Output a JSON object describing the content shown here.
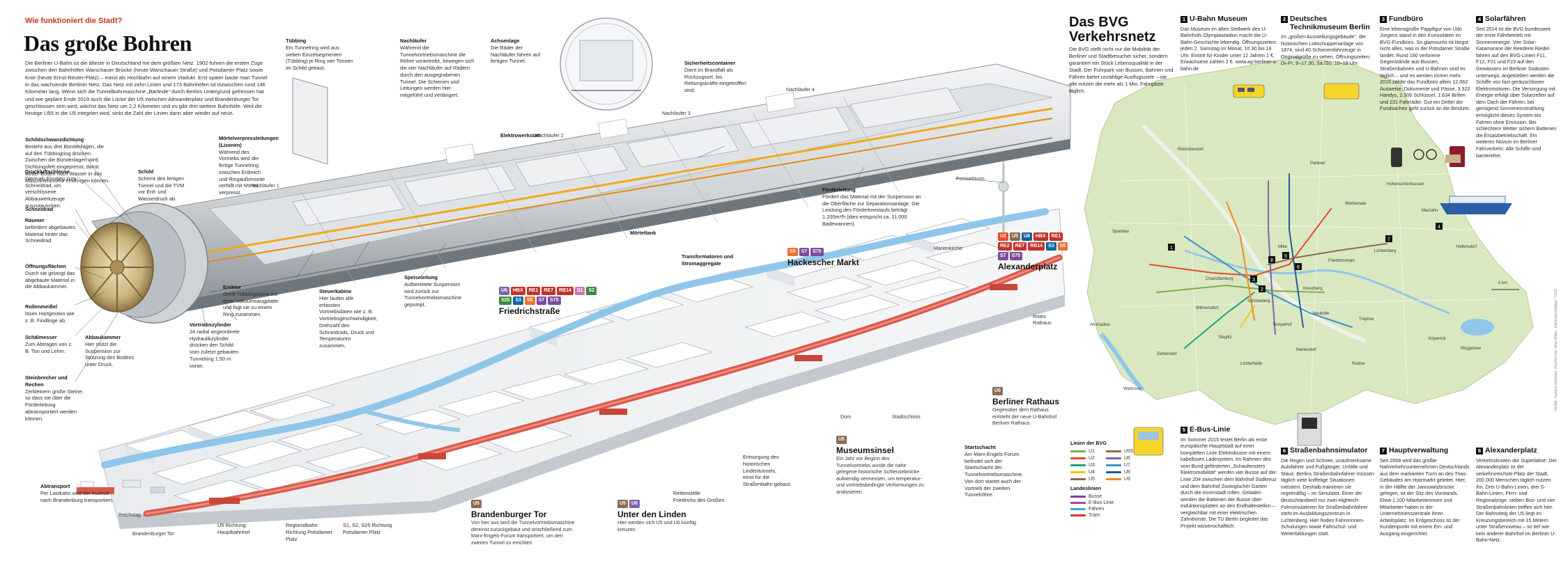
{
  "header": {
    "kicker": "Wie funktioniert die Stadt?",
    "title": "Das große Bohren",
    "intro": "Die Berliner U-Bahn ist die älteste in Deutschland mit dem größten Netz. 1902 fuhren die ersten Züge zwischen den Bahnhöfen Warschauer Brücke (heute Warschauer Straße) und Potsdamer Platz sowie Knie (heute Ernst-Reuter-Platz) – meist als Hochbahn auf einem Viadukt. Erst später baute man Tunnel in das wachsende Berliner Netz. Das Netz mit zehn Linien und 173 Bahnhöfen ist inzwischen rund 146 Kilometer lang. Wenn sich die Tunnelbohrmaschine „Bärlinde“ durch Berlins Untergrund gefressen hat und wie geplant Ende 2019 auch die Lücke der U5 zwischen Alexanderplatz und Brandenburger Tor geschlossen sein wird, wächst das Netz um 2,2 Kilometer und es gibt drei weitere Bahnhöfe. Weil die heutige U55 in die U5 integriert wird, sinkt die Zahl der Linien dann aber wieder auf neun."
  },
  "tbm_callouts": [
    {
      "title": "Schildschwanzdichtung",
      "text": "Besteht aus drei Bürstenlagen, die auf den Tübbingring drücken. Zwischen die Bürstenlagen wird Dichtungsfett eingepresst, damit weder Boden noch Wasser in das Maschineninnere eindringen können."
    },
    {
      "title": "Druckluftschleuse",
      "text": "Dient als Einstieg zum Schneidrad, um verschlissene Abbauwerkzeuge auszutauschen."
    },
    {
      "title": "Schild",
      "text": "Schirmt den fertigen Tunnel und die TVM vor Erd- und Wasserdruck ab."
    },
    {
      "title": "Schneidrad",
      "text": ""
    },
    {
      "title": "Räumer",
      "text": "befördern abgebautes Material hinter das Schneidrad."
    },
    {
      "title": "Öffnungsflächen",
      "text": "Durch sie gelangt das abgebaute Material in die Abbaukammer."
    },
    {
      "title": "Rollenmeißel",
      "text": "lösen Hartgestein wie z. B. Findlinge ab."
    },
    {
      "title": "Schälmesser",
      "text": "Zum Abtragen von z. B. Ton und Lehm."
    },
    {
      "title": "Abbaukammer",
      "text": "Hier stützt die Suspension zur Stützung des Bodens unter Druck."
    },
    {
      "title": "Steinbrecher und Rechen",
      "text": "Zerkleinern große Steine, so dass sie über die Förderleitung abtransportiert werden können."
    },
    {
      "title": "Vortriebszylinder",
      "text": "24 radial angeordnete Hydraulikzylinder drücken den Schild vom zuletzt gebauten Tunnelring 1,50 m voran."
    },
    {
      "title": "Erektor",
      "text": "Greift Tübbingsteine mit einer Vakuumsaugplatte und fügt sie zu einem Ring zusammen."
    },
    {
      "title": "Steuerkabine",
      "text": "Hier laufen alle erfassten Vortriebsdaten wie z. B. Vortriebsgeschwindigkeit, Drehzahl des Schneidrads, Druck und Temperaturen zusammen."
    },
    {
      "title": "Speiseleitung",
      "text": "Aufbereitete Suspension wird zurück zur Tunnelvortriebsmaschine gepumpt."
    },
    {
      "title": "Mörtelverpressleitungen (Lisenen)",
      "text": "Während des Vortriebs wird der fertige Tunnelring zwischen Erdreich und Ringaußenseite verfüllt mit Mörtel verpresst."
    },
    {
      "title": "Tübbing",
      "text": "Ein Tunnelring wird aus sieben Einzelsegmenten (Tübbing) je Ring vier Tonnen im Schild gebaut."
    },
    {
      "title": "Nachläufer",
      "text": "Während die Tunnelvortriebsmaschine die Röhre vorantreibt, bewegen sich die vier Nachläufer auf Rädern durch den ausgegrabenen Tunnel. Die Schienen und Leitungen werden hier mitgeführt und verlängert."
    },
    {
      "title": "Achsenlage",
      "text": "Die Räder der Nachläufer fahren auf fertigen Tunnel."
    },
    {
      "title": "Sicherheitscontainer",
      "text": "Dient im Brandfall als Rückzugsort, bis Rettungskräfte eingetroffen sind."
    },
    {
      "title": "Förderleitung",
      "text": "Fördert das Material mit der Suspension an die Oberfläche zur Separationsanlage. Die Leistung des Förderkreislaufs beträgt 1.200m³/h (dies entspricht ca. 11.000 Badewannen)."
    },
    {
      "title": "Transformatoren und Stromaggregate",
      "text": ""
    },
    {
      "title": "Mörteltank",
      "text": ""
    },
    {
      "title": "Elektrowerkstatt",
      "text": ""
    }
  ],
  "tbm_small_labels": [
    "Nachläufer 1",
    "Nachläufer 2",
    "Nachläufer 3",
    "Nachläufer 4",
    "Fernsehturm",
    "Marienkirche",
    "Rotes Rathaus",
    "Dom",
    "Stadtschloss",
    "Reichstag",
    "Brandenburger Tor"
  ],
  "stations": [
    {
      "name": "Hackescher Markt",
      "badges": [
        {
          "t": "S5",
          "c": "#e9732c"
        },
        {
          "t": "S7",
          "c": "#7b4c9c"
        },
        {
          "t": "S75",
          "c": "#7b4c9c"
        }
      ],
      "text": ""
    },
    {
      "name": "Alexanderplatz",
      "badges": [
        {
          "t": "U2",
          "c": "#e64a2e"
        },
        {
          "t": "U5",
          "c": "#8e6a52"
        },
        {
          "t": "U8",
          "c": "#1e5c9c"
        },
        {
          "t": "HBX",
          "c": "#c2332c"
        },
        {
          "t": "RE1",
          "c": "#c2332c"
        },
        {
          "t": "RE2",
          "c": "#c2332c"
        },
        {
          "t": "RE7",
          "c": "#c2332c"
        },
        {
          "t": "RB14",
          "c": "#c2332c"
        },
        {
          "t": "S3",
          "c": "#0a67a6"
        },
        {
          "t": "S5",
          "c": "#e9732c"
        },
        {
          "t": "S7",
          "c": "#7b4c9c"
        },
        {
          "t": "S75",
          "c": "#7b4c9c"
        }
      ],
      "text": ""
    },
    {
      "name": "Friedrichstraße",
      "badges": [
        {
          "t": "U6",
          "c": "#7d65a8"
        },
        {
          "t": "HBX",
          "c": "#c2332c"
        },
        {
          "t": "RE1",
          "c": "#c2332c"
        },
        {
          "t": "RE7",
          "c": "#c2332c"
        },
        {
          "t": "RB14",
          "c": "#c2332c"
        },
        {
          "t": "S1",
          "c": "#d178b0"
        },
        {
          "t": "S2",
          "c": "#3a8b3e"
        },
        {
          "t": "S25",
          "c": "#3a8b3e"
        },
        {
          "t": "S3",
          "c": "#0a67a6"
        },
        {
          "t": "S5",
          "c": "#e9732c"
        },
        {
          "t": "S7",
          "c": "#7b4c9c"
        },
        {
          "t": "S75",
          "c": "#7b4c9c"
        }
      ],
      "text": ""
    },
    {
      "name": "Berliner Rathaus",
      "badges": [
        {
          "t": "U5",
          "c": "#8e6a52"
        }
      ],
      "text": "Gegenüber dem Rathaus entsteht der neue U-Bahnhof Berliner Rathaus."
    },
    {
      "name": "Museumsinsel",
      "badges": [
        {
          "t": "U5",
          "c": "#8e6a52"
        }
      ],
      "text": "Ein Jahr vor Beginn des Tunnelvortriebs wurde die nahe gelegene historische Schleusebrücke aufwendig vermessen, um temperatur- und vortriebsbedingte Verformungen zu analysieren."
    },
    {
      "name": "Brandenburger Tor",
      "badges": [
        {
          "t": "U5",
          "c": "#8e6a52"
        }
      ],
      "text": "Von hier aus wird die Tunnelvortriebsmaschine dereinst zurückgebaut und anschließend zum Marx-Engels-Forum transportiert, um den zweiten Tunnel zu errichten."
    },
    {
      "name": "Unter den Linden",
      "badges": [
        {
          "t": "U5",
          "c": "#8e6a52"
        },
        {
          "t": "U6",
          "c": "#7d65a8"
        }
      ],
      "text": "Hier werden sich U5 und U6 künftig kreuzen."
    }
  ],
  "city_notes": [
    {
      "title": "Abtransport",
      "text": "Per Lastkahn wird der Aushub nach Brandenburg transportiert."
    },
    {
      "title": "Startschacht",
      "text": "Am Marx-Engels-Forum befindet sich der Startschacht der Tunnelvortriebsmaschine. Von dort startet auch der Vortrieb der zweiten Tunnelröhre."
    },
    {
      "title": "Entsorgung des historischen Lindentunnels,",
      "text": "einst für die Straßenbahn gebaut."
    },
    {
      "title": "Rettenstelle",
      "text": "Friedrichs des Großen"
    },
    {
      "title": "U5 Richtung Hauptbahnhof",
      "text": ""
    },
    {
      "title": "Regionalbahn Richtung Potsdamer Platz",
      "text": ""
    },
    {
      "title": "S1, S2, S25 Richtung Potsdamer Platz",
      "text": ""
    }
  ],
  "bvg": {
    "title": "Das BVG Verkehrsnetz",
    "intro": "Die BVG stellt nicht nur die Mobilität der Berliner und Stadtbesucher sicher, sondern garantiert ein Stück Lebensqualität in der Stadt. Der Fuhrpark von Bussen, Bahnen und Fähren bietet unzählige Ausflugsziele – sie alle nutzen die mehr als 1 Mio. Fahrgäste täglich.",
    "info": [
      {
        "n": "1",
        "title": "U-Bahn Museum",
        "text": "Das Museum im alten Stellwerk des U-Bahnhofs Olympiastadion macht die U-Bahn-Geschichte lebendig. Öffnungszeiten: jeden 2. Samstag im Monat, 10.30 bis 16 Uhr. Eintritt für Kinder unter 12 Jahren 1 €, Erwachsene zahlen 2 €. www.ag-berliner-u-bahn.de"
      },
      {
        "n": "2",
        "title": "Deutsches Technikmuseum Berlin",
        "text": "Im „großen Ausstellungsgebäude“, der historischen Lokschuppenanlage von 1874, sind 40 Schienenfahrzeuge in Originalgröße zu sehen. Öffnungszeiten: Di–Fr, 9–17.30, Sa./So. 10–18 Uhr."
      },
      {
        "n": "3",
        "title": "Fundbüro",
        "text": "Eine lebensgroße Pappfigur von Udo Jürgens stand in den Kuriositäten im BVG-Fundbüro. So glamourös ist längst nicht alles, was in der Potsdamer Straße landet. Rund 160 verlorene Gegenstände aus Bussen, Straßenbahnen und U-Bahnen sind es täglich – und es werden immer mehr. 2015 zählte das Fundbüro allein 12.062 Ausweise, Dokumente und Pässe, 3.322 Handys, 2.506 Schlüssel, 1.634 Brillen und 231 Fahrräder. Gut ein Drittel der Fundsachen geht zurück an die Besitzer."
      },
      {
        "n": "4",
        "title": "Solarfähren",
        "text": "Seit 2014 ist die BVG bundesweit der erste Fährbetrieb mit Sonnenenergie. Vier Solar-Katamarane der Reederei Riedel fahren auf den BVG-Linien F11, F12, F21 und F23 auf den Gewässern im Berliner Südosten unterwegs, angetrieben werden die Schiffe von fast geräuschlosen Elektromotoren. Die Versorgung mit Energie erfolgt über Solarzellen auf dem Dach der Fähren, bei genügend Sonneneinstrahlung ermöglicht dieses System ein Fahren ohne Emission. Bei schlechtem Wetter sichern Batterien die Ersatzbetriebschaft. Ein weiteres Novum im Berliner Fährverkehr: Alle Schiffe sind barrierefrei."
      },
      {
        "n": "5",
        "title": "E-Bus-Linie",
        "text": "Im Sommer 2015 testet Berlin als erste europäische Hauptstadt auf einer kompletten Linie Elektrobusse mit einem kabellosen Ladesystem. Im Rahmen des vom Bund geförderten „Schaufensters Elektromobilität“ werden vier Busse auf der Linie 204 zwischen dem Bahnhof Südkreuz und dem Bahnhof Zoologischer Garten durch die Innenstadt rollen. Geladen werden die Batterien der Busse über Induktionsplatten an den Endhaltestellen – vergleichbar mit einer elektrischen Zahnbürste. Die TU Berlin begleitet das Projekt wissenschaftlich."
      },
      {
        "n": "6",
        "title": "Straßenbahnsimulator",
        "text": "Die Regen und Schnee, unaufmerksame Autofahrer und Fußgänger, Unfälle und Staus: Berlins Straßenbahnfahrer müssen täglich viele kniffelige Situationen meistern. Deshalb trainieren sie regelmäßig – im Simulator. Einer der deutschlandweit nur zwei Hightech-Fahrsimulatoren für Straßenbahnfahrer steht im Ausbildungszentrum in Lichtenberg. Hier finden Fahrerinnen-Schulungen sowie Fahrschul- und Weiterbildungen statt."
      },
      {
        "n": "7",
        "title": "Hauptverwaltung",
        "text": "Seit 2008 wird das größte Nahverkehrsunternehmen Deutschlands aus dem markanten Turm an des Trias-Gebäudes am Holzmarkt geleitet. Hier, in der Hälfte der Jannowitzbrücke gelegen, ist der Sitz des Vorstands. Etwa 1.100 Mitarbeiterinnen und Mitarbeiter haben in der Unternehmenszentrale ihren Arbeitsplatz. Im Erdgeschoss ist der Kundenpunkt mit einem Ein- und Ausgang eingerichtet."
      },
      {
        "n": "8",
        "title": "Alexanderplatz",
        "text": "Verkehrsknoten der Superlative: Der Alexanderplatz ist der verkehrsreichste Platz der Stadt, 200.000 Menschen täglich nutzen ihn. Drei U-Bahn-Linien, drei S-Bahn-Linien, Fern- und Regionalzüge, sieben Bus- und vier Straßenbahnlinien treffen sich hier. Der Bahnsteig der U5 liegt im Kreuzungsbereich mit 15 Metern unter Straßenniveau – so tief wie kein anderer Bahnhof im Berliner U-Bahn-Netz."
      }
    ],
    "legend": {
      "title": "Linien der BVG",
      "lines": [
        {
          "name": "U1",
          "color": "#7dad4c"
        },
        {
          "name": "U55",
          "color": "#8e6a52"
        },
        {
          "name": "U2",
          "color": "#e64a2e"
        },
        {
          "name": "U6",
          "color": "#7d65a8"
        },
        {
          "name": "U3",
          "color": "#16a085"
        },
        {
          "name": "U7",
          "color": "#3e8fc9"
        },
        {
          "name": "U4",
          "color": "#f2c61a"
        },
        {
          "name": "U8",
          "color": "#1e5c9c"
        },
        {
          "name": "U5",
          "color": "#8e6a52"
        },
        {
          "name": "U9",
          "color": "#f28a1f"
        }
      ],
      "mode_title": "Landeslinien",
      "modes": [
        {
          "name": "Busse",
          "color": "#7b3f98"
        },
        {
          "name": "E-Bus-Linie",
          "color": "#b03fa0"
        },
        {
          "name": "Fähren",
          "color": "#3aa6d8"
        },
        {
          "name": "Tram",
          "color": "#d23a2e"
        }
      ]
    },
    "map_labels": [
      "Reinickendorf",
      "Pankow",
      "Spandau",
      "Charlottenburg",
      "Mitte",
      "Friedrichshain",
      "Lichtenberg",
      "Marzahn",
      "Hellersdorf",
      "Steglitz",
      "Tempelhof",
      "Neukölln",
      "Treptow",
      "Köpenick",
      "Zehlendorf",
      "Wannsee",
      "Kreuzberg",
      "Schöneberg",
      "Weißensee",
      "Hohenschönhausen",
      "Wilmersdorf",
      "Müggelsee",
      "Alt-Kladow",
      "Lichterfelde",
      "Mariendorf",
      "Rudow"
    ],
    "scale": "5 km",
    "credit": "Grafik: Sandra Gödicke; Recherche: Max Willer; Kartengrundlage: OSM"
  },
  "colors": {
    "accent": "#c8341f",
    "u5": "#8e6a52",
    "tunnel_red": "#d9584a",
    "spree": "#8fc6e9",
    "map_green": "#d9e8c0"
  }
}
